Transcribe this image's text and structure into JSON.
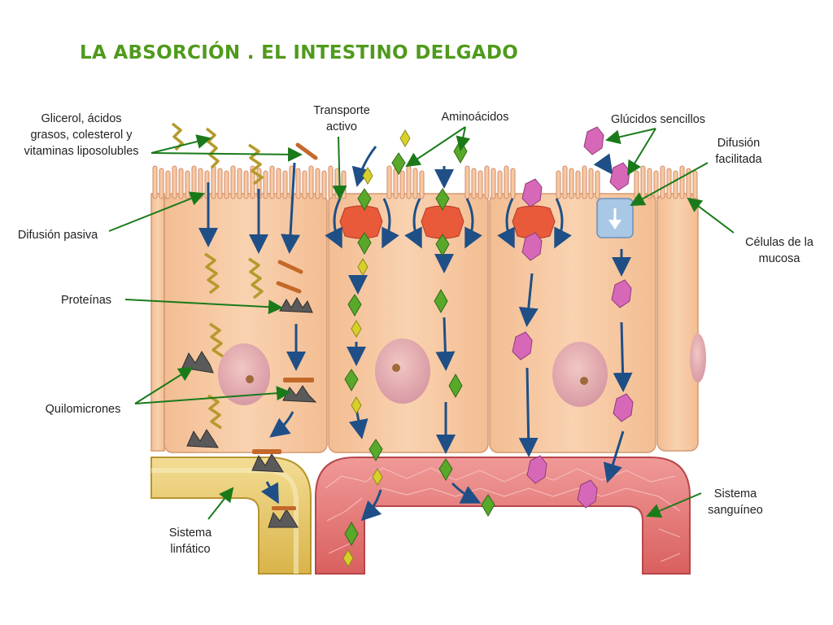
{
  "title": "LA ABSORCIÓN . EL INTESTINO DELGADO",
  "labels": {
    "lipids": "Glicerol,  ácidos\ngrasos, colesterol y\nvitaminas liposolubles",
    "active_transport": "Transporte\nactivo",
    "amino_acids": "Aminoácidos",
    "simple_sugars": "Glúcidos sencillos",
    "facilitated_diffusion": "Difusión\nfacilitada",
    "passive_diffusion": "Difusión pasiva",
    "mucosa_cells": "Células de la\nmucosa",
    "proteins": "Proteínas",
    "chylomicrons": "Quilomicrones",
    "lymphatic_system": "Sistema\nlinfático",
    "blood_system": "Sistema\nsanguíneo"
  },
  "colors": {
    "title": "#4f9a1c",
    "pointer": "#1a7a1a",
    "cell": "#f7c9a2",
    "amino_green": "#58a82a",
    "amino_yellow": "#d8d02a",
    "sugar": "#d768b8",
    "carrier": "#e95a3a",
    "flow_arrow": "#1f4f86",
    "blood_vessel": "#e0787a",
    "lymph_vessel": "#e2c46a"
  }
}
